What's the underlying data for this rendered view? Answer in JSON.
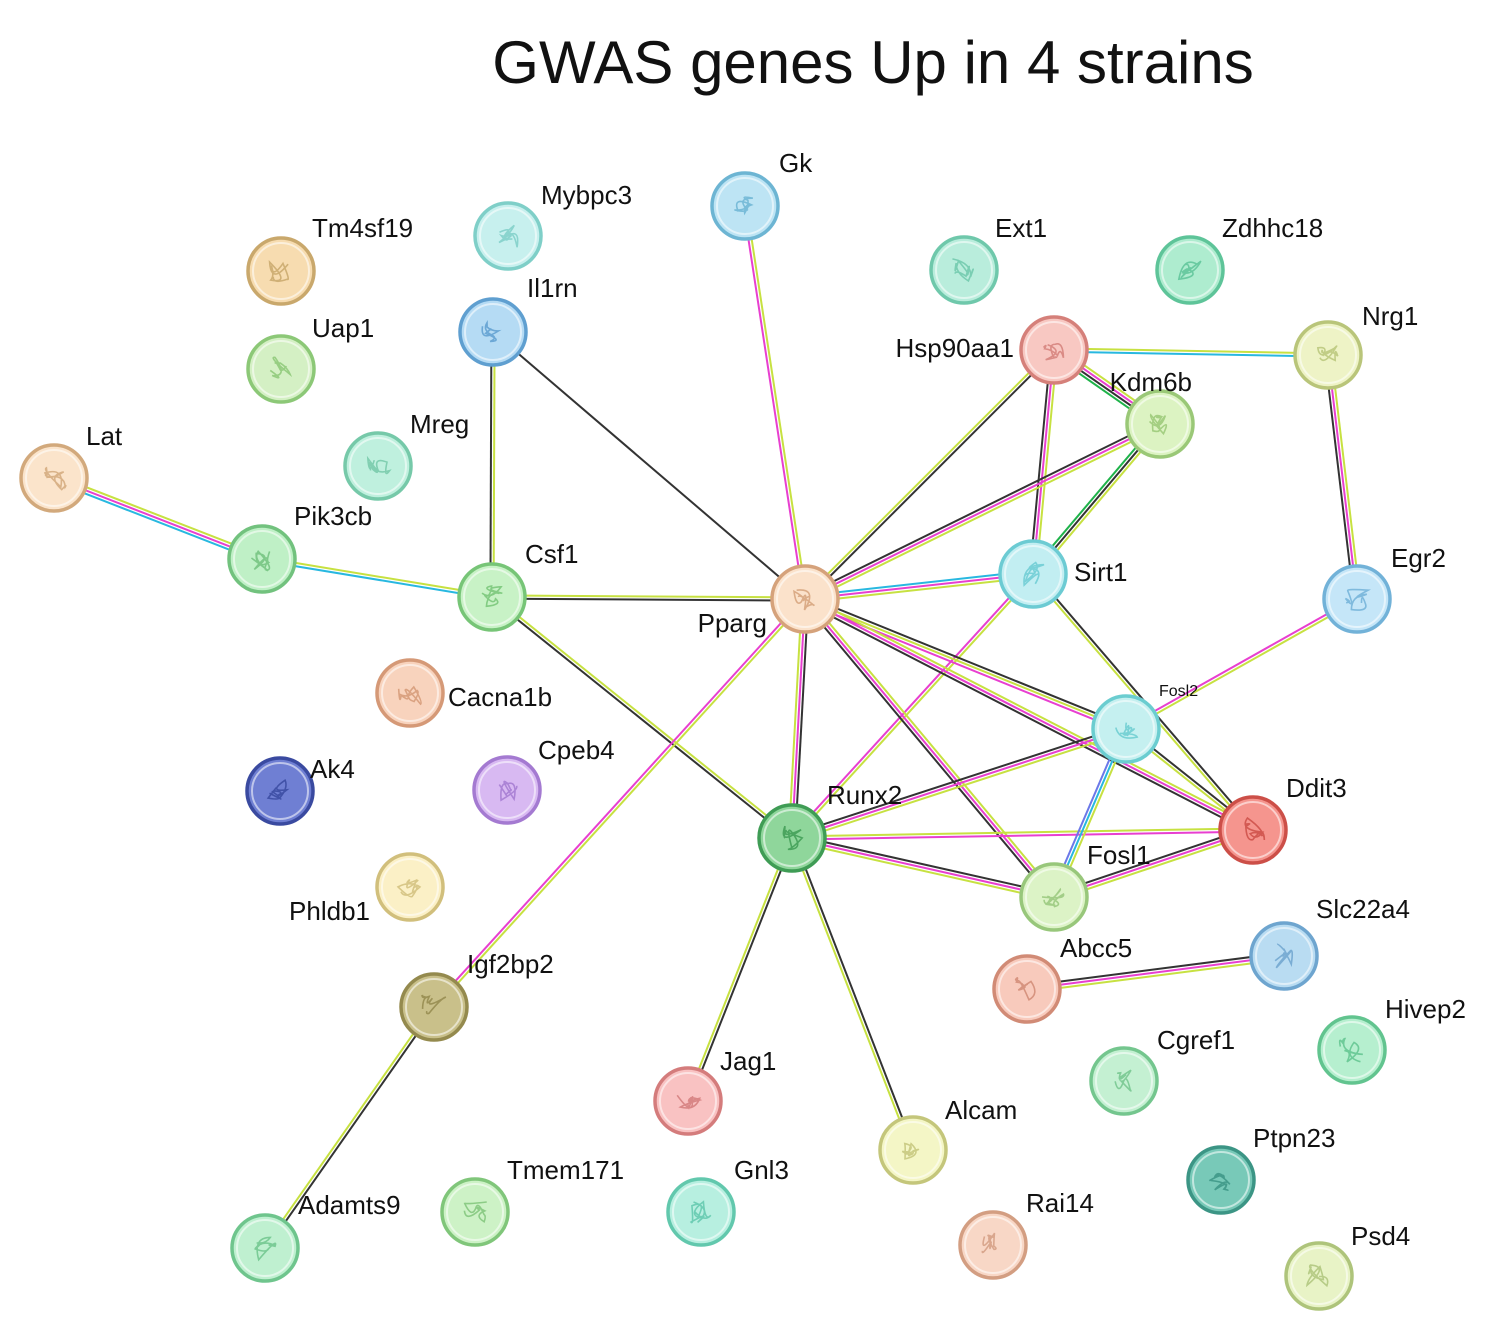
{
  "title": "GWAS genes Up in 4 strains",
  "nodes": [
    {
      "id": "Tm4sf19",
      "label": "Tm4sf19",
      "color": "#f7dcb0",
      "border": "#c9a86c"
    },
    {
      "id": "Mybpc3",
      "label": "Mybpc3",
      "color": "#c7f0ee",
      "border": "#7fcfc8"
    },
    {
      "id": "Gk",
      "label": "Gk",
      "color": "#bde4f4",
      "border": "#6db5d3"
    },
    {
      "id": "Ext1",
      "label": "Ext1",
      "color": "#b9eddc",
      "border": "#6fc8ab"
    },
    {
      "id": "Zdhhc18",
      "label": "Zdhhc18",
      "color": "#aeeccf",
      "border": "#5ec499"
    },
    {
      "id": "Uap1",
      "label": "Uap1",
      "color": "#d4f0c4",
      "border": "#8cc877"
    },
    {
      "id": "Il1rn",
      "label": "Il1rn",
      "color": "#b5dbf4",
      "border": "#5f9fd0"
    },
    {
      "id": "Hsp90aa1",
      "label": "Hsp90aa1",
      "color": "#f8c8c2",
      "border": "#d5807a"
    },
    {
      "id": "Nrg1",
      "label": "Nrg1",
      "color": "#eef3c6",
      "border": "#b9c57a"
    },
    {
      "id": "Kdm6b",
      "label": "Kdm6b",
      "color": "#dcf3c2",
      "border": "#9ac877"
    },
    {
      "id": "Lat",
      "label": "Lat",
      "color": "#fbe4cb",
      "border": "#d2a97c"
    },
    {
      "id": "Mreg",
      "label": "Mreg",
      "color": "#bff0de",
      "border": "#76c9a9"
    },
    {
      "id": "Pik3cb",
      "label": "Pik3cb",
      "color": "#bff0c6",
      "border": "#72c27e"
    },
    {
      "id": "Csf1",
      "label": "Csf1",
      "color": "#c8f2c6",
      "border": "#77c577"
    },
    {
      "id": "Pparg",
      "label": "Pparg",
      "color": "#fbe2cb",
      "border": "#d5a27b"
    },
    {
      "id": "Sirt1",
      "label": "Sirt1",
      "color": "#c2eef2",
      "border": "#6ccbd3"
    },
    {
      "id": "Egr2",
      "label": "Egr2",
      "color": "#c5e6f8",
      "border": "#72b2d8"
    },
    {
      "id": "Cacna1b",
      "label": "Cacna1b",
      "color": "#f8d3bd",
      "border": "#d59977"
    },
    {
      "id": "Fosl2",
      "label": "Fosl2",
      "color": "#c5f0f0",
      "border": "#6bcdd0"
    },
    {
      "id": "Ak4",
      "label": "Ak4",
      "color": "#6f7fd3",
      "border": "#3a4aa0"
    },
    {
      "id": "Cpeb4",
      "label": "Cpeb4",
      "color": "#d8b9f2",
      "border": "#a47ad1"
    },
    {
      "id": "Runx2",
      "label": "Runx2",
      "color": "#8fd69b",
      "border": "#3f9c55"
    },
    {
      "id": "Ddit3",
      "label": "Ddit3",
      "color": "#f5958e",
      "border": "#cc4f48"
    },
    {
      "id": "Phldb1",
      "label": "Phldb1",
      "color": "#fbf0c6",
      "border": "#d1bf7c"
    },
    {
      "id": "Fosl1",
      "label": "Fosl1",
      "color": "#dcf3c6",
      "border": "#98c77b"
    },
    {
      "id": "Slc22a4",
      "label": "Slc22a4",
      "color": "#b9dcf2",
      "border": "#6ea5cf"
    },
    {
      "id": "Igf2bp2",
      "label": "Igf2bp2",
      "color": "#c9c08a",
      "border": "#948a4e"
    },
    {
      "id": "Abcc5",
      "label": "Abcc5",
      "color": "#f8cabc",
      "border": "#d18b76"
    },
    {
      "id": "Hivep2",
      "label": "Hivep2",
      "color": "#b6efcf",
      "border": "#62c48f"
    },
    {
      "id": "Jag1",
      "label": "Jag1",
      "color": "#f9c2c2",
      "border": "#d47c7c"
    },
    {
      "id": "Cgref1",
      "label": "Cgref1",
      "color": "#c4f0d2",
      "border": "#74c68e"
    },
    {
      "id": "Alcam",
      "label": "Alcam",
      "color": "#f4f6c6",
      "border": "#c4c67b"
    },
    {
      "id": "Ptpn23",
      "label": "Ptpn23",
      "color": "#78c9b8",
      "border": "#3c9585"
    },
    {
      "id": "Tmem171",
      "label": "Tmem171",
      "color": "#cdf2c6",
      "border": "#80c67a"
    },
    {
      "id": "Gnl3",
      "label": "Gnl3",
      "color": "#b7efe0",
      "border": "#62c8ad"
    },
    {
      "id": "Adamts9",
      "label": "Adamts9",
      "color": "#bff0d0",
      "border": "#6fc58d"
    },
    {
      "id": "Rai14",
      "label": "Rai14",
      "color": "#f8d7c6",
      "border": "#d39e82"
    },
    {
      "id": "Psd4",
      "label": "Psd4",
      "color": "#e8f3c6",
      "border": "#aec47b"
    }
  ],
  "edges": [
    {
      "source": "Gk",
      "target": "Pparg",
      "evidence": [
        "textmining",
        "experiments"
      ]
    },
    {
      "source": "Il1rn",
      "target": "Pparg",
      "evidence": [
        "coexpression"
      ]
    },
    {
      "source": "Il1rn",
      "target": "Csf1",
      "evidence": [
        "textmining",
        "coexpression"
      ]
    },
    {
      "source": "Lat",
      "target": "Pik3cb",
      "evidence": [
        "textmining",
        "experiments",
        "database"
      ]
    },
    {
      "source": "Pik3cb",
      "target": "Csf1",
      "evidence": [
        "textmining",
        "database"
      ]
    },
    {
      "source": "Csf1",
      "target": "Pparg",
      "evidence": [
        "textmining",
        "coexpression"
      ]
    },
    {
      "source": "Csf1",
      "target": "Runx2",
      "evidence": [
        "textmining",
        "coexpression"
      ]
    },
    {
      "source": "Hsp90aa1",
      "target": "Nrg1",
      "evidence": [
        "textmining",
        "database"
      ]
    },
    {
      "source": "Hsp90aa1",
      "target": "Kdm6b",
      "evidence": [
        "textmining",
        "experiments",
        "coexpression",
        "neighborhood"
      ]
    },
    {
      "source": "Hsp90aa1",
      "target": "Sirt1",
      "evidence": [
        "textmining",
        "experiments",
        "coexpression"
      ]
    },
    {
      "source": "Hsp90aa1",
      "target": "Pparg",
      "evidence": [
        "coexpression",
        "textmining"
      ]
    },
    {
      "source": "Nrg1",
      "target": "Egr2",
      "evidence": [
        "textmining",
        "experiments",
        "coexpression"
      ]
    },
    {
      "source": "Kdm6b",
      "target": "Pparg",
      "evidence": [
        "textmining",
        "experiments",
        "coexpression"
      ]
    },
    {
      "source": "Kdm6b",
      "target": "Sirt1",
      "evidence": [
        "textmining",
        "coexpression",
        "neighborhood"
      ]
    },
    {
      "source": "Sirt1",
      "target": "Pparg",
      "evidence": [
        "textmining",
        "experiments",
        "database"
      ]
    },
    {
      "source": "Sirt1",
      "target": "Runx2",
      "evidence": [
        "textmining",
        "experiments"
      ]
    },
    {
      "source": "Sirt1",
      "target": "Ddit3",
      "evidence": [
        "coexpression",
        "textmining"
      ]
    },
    {
      "source": "Egr2",
      "target": "Fosl2",
      "evidence": [
        "textmining",
        "experiments"
      ]
    },
    {
      "source": "Pparg",
      "target": "Fosl2",
      "evidence": [
        "coexpression",
        "textmining",
        "experiments"
      ]
    },
    {
      "source": "Pparg",
      "target": "Ddit3",
      "evidence": [
        "textmining",
        "experiments",
        "coexpression"
      ]
    },
    {
      "source": "Pparg",
      "target": "Fosl1",
      "evidence": [
        "textmining",
        "experiments",
        "coexpression"
      ]
    },
    {
      "source": "Pparg",
      "target": "Runx2",
      "evidence": [
        "coexpression",
        "experiments",
        "textmining"
      ]
    },
    {
      "source": "Pparg",
      "target": "Igf2bp2",
      "evidence": [
        "textmining",
        "experiments"
      ]
    },
    {
      "source": "Runx2",
      "target": "Fosl2",
      "evidence": [
        "coexpression",
        "experiments",
        "textmining"
      ]
    },
    {
      "source": "Runx2",
      "target": "Fosl1",
      "evidence": [
        "coexpression",
        "experiments",
        "textmining"
      ]
    },
    {
      "source": "Runx2",
      "target": "Ddit3",
      "evidence": [
        "textmining",
        "experiments"
      ]
    },
    {
      "source": "Runx2",
      "target": "Jag1",
      "evidence": [
        "coexpression",
        "textmining"
      ]
    },
    {
      "source": "Runx2",
      "target": "Alcam",
      "evidence": [
        "coexpression",
        "textmining"
      ]
    },
    {
      "source": "Fosl2",
      "target": "Ddit3",
      "evidence": [
        "coexpression",
        "textmining"
      ]
    },
    {
      "source": "Fosl2",
      "target": "Fosl1",
      "evidence": [
        "textmining",
        "database",
        "cooccurrence"
      ]
    },
    {
      "source": "Fosl1",
      "target": "Ddit3",
      "evidence": [
        "coexpression",
        "experiments",
        "textmining"
      ]
    },
    {
      "source": "Abcc5",
      "target": "Slc22a4",
      "evidence": [
        "coexpression",
        "experiments",
        "textmining"
      ]
    },
    {
      "source": "Igf2bp2",
      "target": "Adamts9",
      "evidence": [
        "coexpression",
        "textmining"
      ]
    }
  ],
  "evidence_colors": {
    "textmining": "#c7e141",
    "experiments": "#e83fd0",
    "database": "#28b8e0",
    "coexpression": "#333333",
    "neighborhood": "#1fb34a",
    "cooccurrence": "#6b78e8"
  }
}
